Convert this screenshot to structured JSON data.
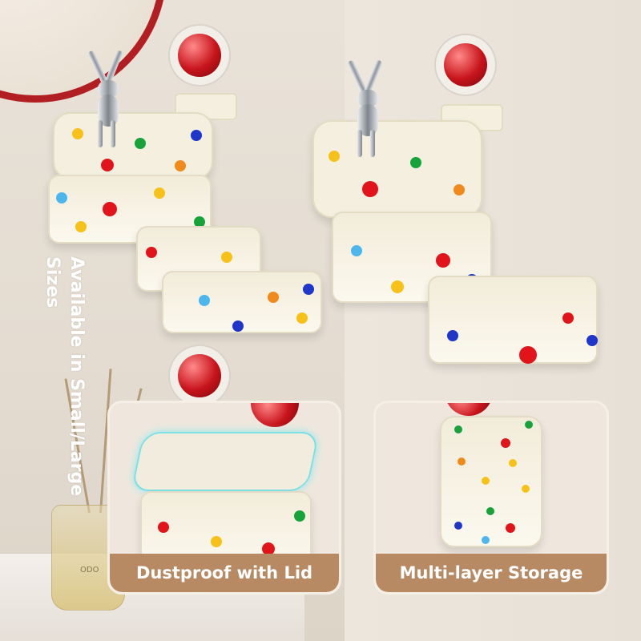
{
  "side_text": "Available in Small/Large Sizes",
  "bottle_label": "ODO",
  "panels": [
    {
      "caption": "Dustproof with Lid"
    },
    {
      "caption": "Multi-layer Storage"
    }
  ],
  "colors": {
    "ball_red": "#c8141c",
    "tray_cream": "#f4efdf",
    "caption_brown": "#b88a63",
    "mirror_red": "#b21f22",
    "dot_red": "#e1141b",
    "dot_blue": "#1f36c8",
    "dot_green": "#17a23a",
    "dot_yellow": "#f6c21a",
    "dot_orange": "#f08a1c",
    "dot_lightblue": "#4db6ea"
  }
}
